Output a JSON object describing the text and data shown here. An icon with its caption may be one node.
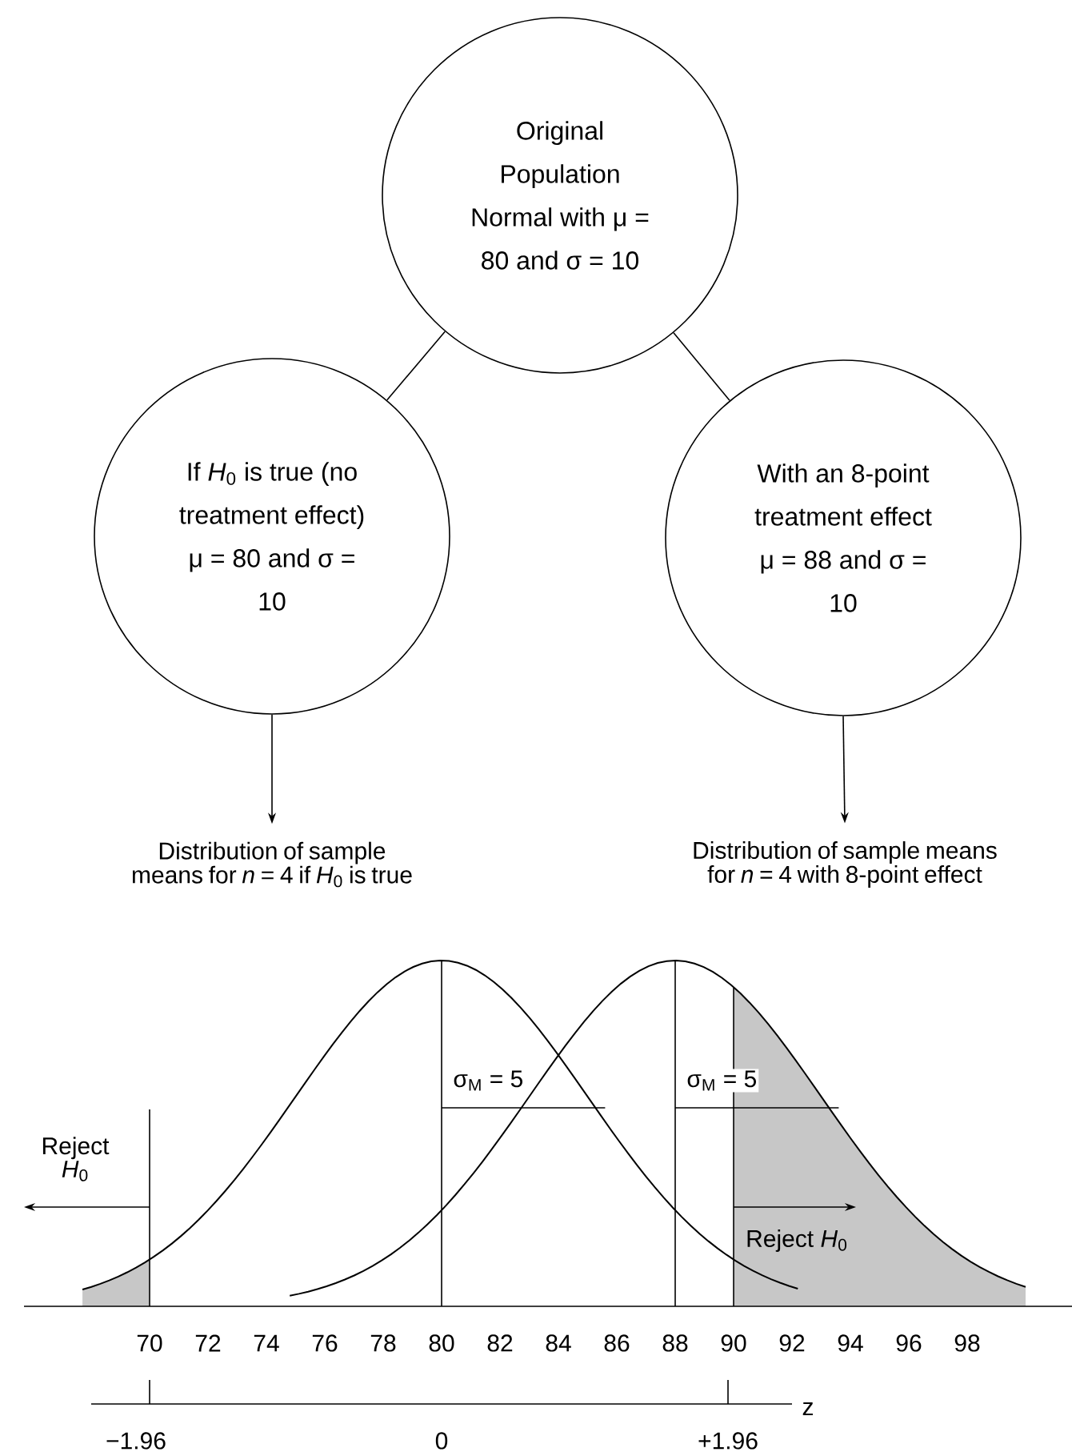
{
  "diagram": {
    "nodes": [
      {
        "text": [
          "Original Population Normal with μ = 80 and σ = 10"
        ]
      },
      {
        "text": [
          "If *H*$_{0}$ is true (no treatment effect) μ = 80 and σ = 10"
        ]
      },
      {
        "text": [
          "With an 8-point treatment effect μ = 88 and σ = 10"
        ]
      },
      {
        "text": [
          "Distribution of sample means for *n* = 4 if *H*$_{0}$ is true"
        ]
      },
      {
        "text": [
          "Distribution of sample means for *n* = 4 with 8-point effect"
        ]
      }
    ],
    "edges": [
      {
        "from": 0,
        "to": 1,
        "arrow": "none"
      },
      {
        "from": 0,
        "to": 2,
        "arrow": "none"
      },
      {
        "from": 1,
        "to": 3,
        "arrow": "to"
      },
      {
        "from": 2,
        "to": 4,
        "arrow": "to"
      }
    ],
    "labels": [
      "σ$_{M}$ = 5",
      "σ$_{M}$ = 5",
      "Reject *H*$_{0}$",
      "Reject *H*$_{0}$",
      "70",
      "72",
      "74",
      "76",
      "78",
      "80",
      "82",
      "84",
      "86",
      "88",
      "90",
      "92",
      "94",
      "96",
      "98",
      "z",
      "−1.96",
      "0",
      "+1.96"
    ]
  }
}
